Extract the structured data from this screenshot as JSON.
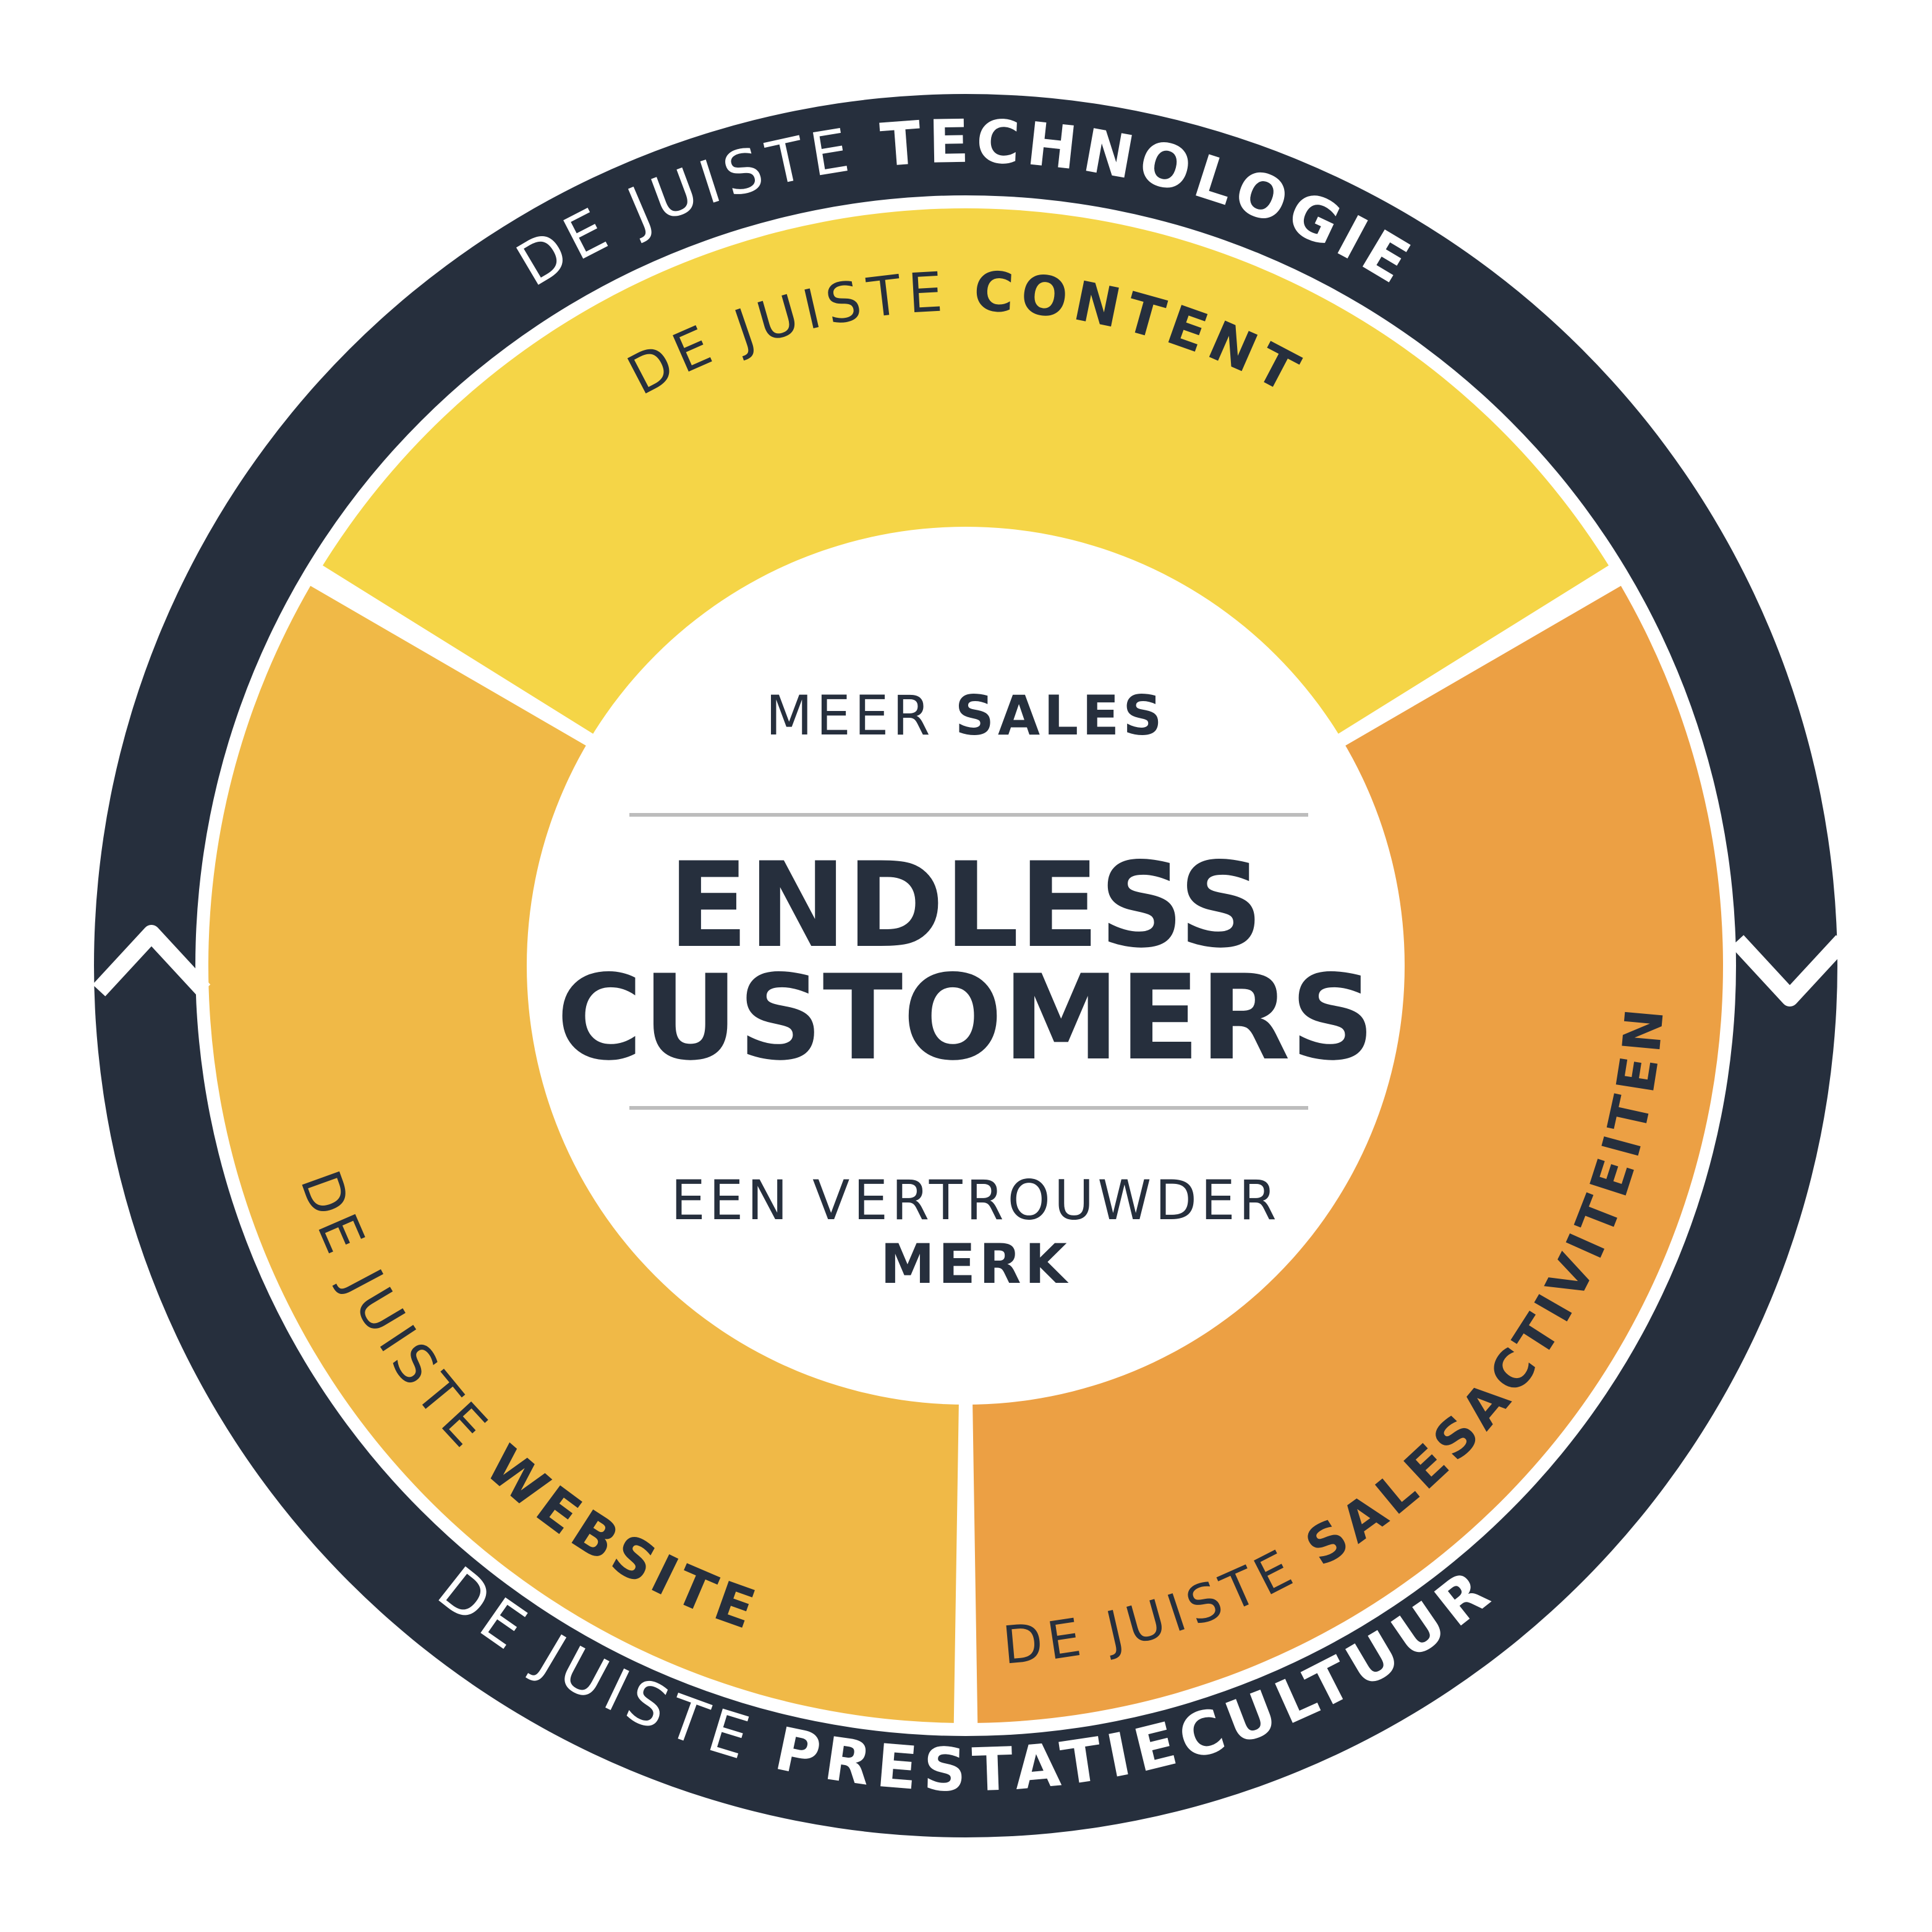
{
  "colors": {
    "navy": "#262f3d",
    "content_yellow": "#f5d547",
    "website_yellow": "#f0b947",
    "sales_orange": "#eca044",
    "divider_gray": "#bdbdbd",
    "white": "#ffffff"
  },
  "outer_ring": {
    "top": {
      "prefix": "DE JUISTE ",
      "bold": "TECHNOLOGIE"
    },
    "bottom": {
      "prefix": "DE JUISTE ",
      "bold": "PRESTATIECULTUUR"
    }
  },
  "segments": {
    "content": {
      "prefix": "DE JUISTE ",
      "bold": "CONTENT"
    },
    "website": {
      "prefix": "DE JUISTE ",
      "bold": "WEBSITE"
    },
    "sales": {
      "prefix": "DE JUISTE ",
      "bold": "SALESACTIVITEITEN"
    }
  },
  "center": {
    "top_prefix": "MEER ",
    "top_bold": "SALES",
    "title_line1": "ENDLESS",
    "title_line2": "CUSTOMERS",
    "bottom_line1": "EEN VERTROUWDER",
    "bottom_line2": "MERK"
  }
}
